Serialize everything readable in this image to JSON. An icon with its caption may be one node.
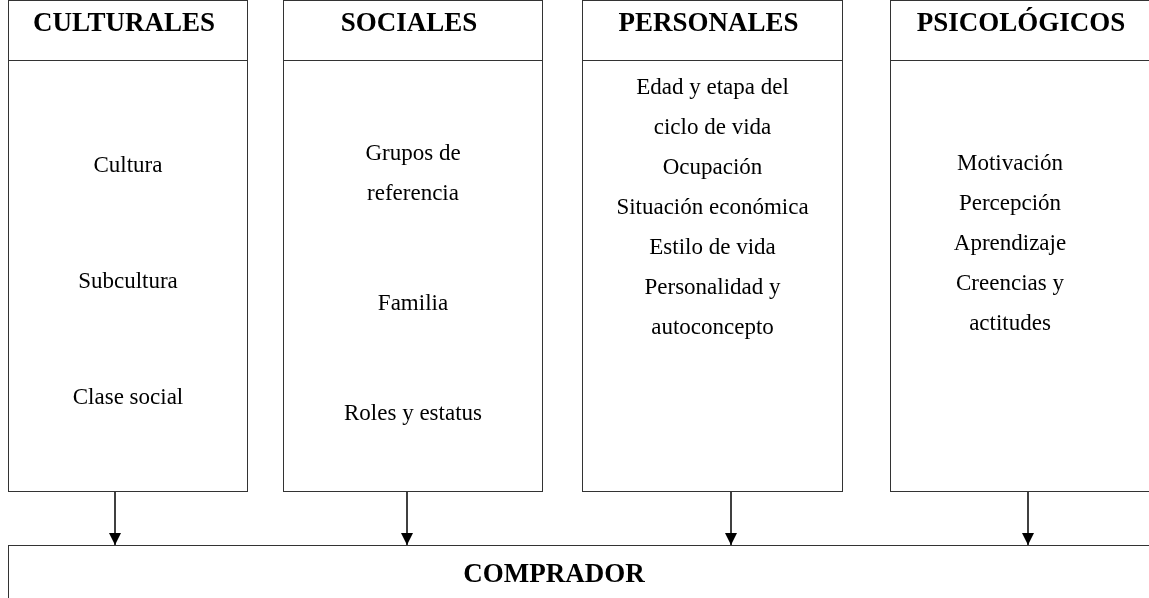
{
  "diagram": {
    "nodes": [
      {
        "text": [
          "CULTURALES"
        ]
      },
      {
        "text": [
          "Cultura",
          "Subcultura",
          "Clase social"
        ]
      },
      {
        "text": [
          "SOCIALES"
        ]
      },
      {
        "text": [
          "Grupos de referencia",
          "Familia",
          "Roles y estatus"
        ]
      },
      {
        "text": [
          "PERSONALES"
        ]
      },
      {
        "text": [
          "Edad y etapa del ciclo de vida",
          "Ocupación",
          "Situación económica",
          "Estilo de vida",
          "Personalidad y autoconcepto"
        ]
      },
      {
        "text": [
          "PSICOLÓGICOS"
        ]
      },
      {
        "text": [
          "Motivación",
          "Percepción",
          "Aprendizaje",
          "Creencias y actitudes"
        ]
      },
      {
        "text": [
          "COMPRADOR"
        ]
      }
    ],
    "edges": [
      {
        "from": 1,
        "to": 8,
        "arrow": "to"
      },
      {
        "from": 3,
        "to": 8,
        "arrow": "to"
      },
      {
        "from": 5,
        "to": 8,
        "arrow": "to"
      },
      {
        "from": 7,
        "to": 8,
        "arrow": "to"
      }
    ]
  }
}
